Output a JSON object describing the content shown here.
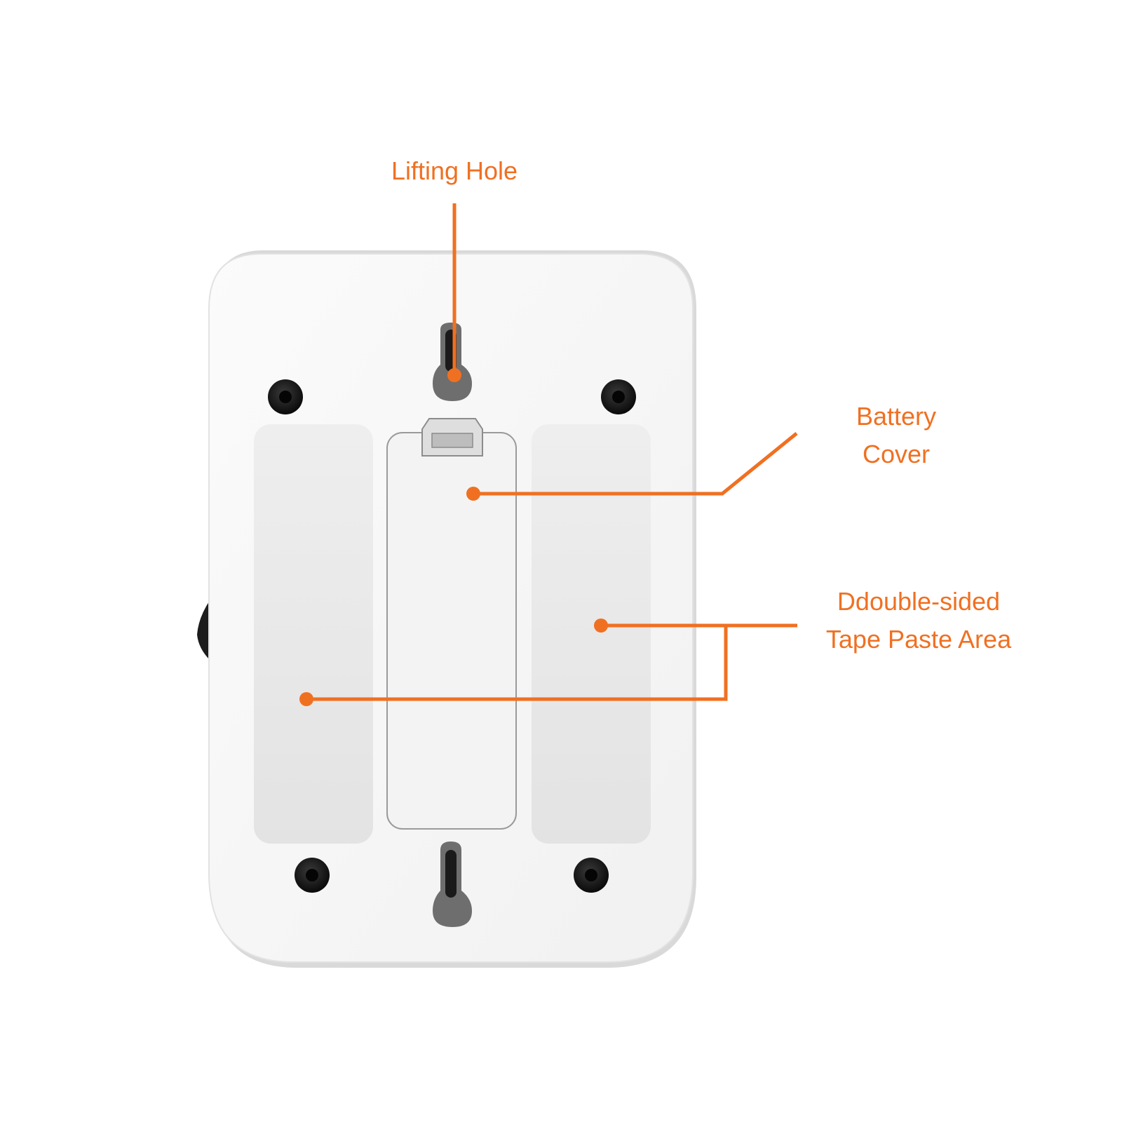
{
  "colors": {
    "accent": "#f07022",
    "device_body": "#f7f7f7",
    "device_shadow": "#d4d4d4",
    "panel": "#e9e9e9",
    "screw": "#141414",
    "keyhole": "#6a6a6a"
  },
  "callouts": {
    "lifting_hole": {
      "label": "Lifting Hole"
    },
    "battery_cover": {
      "label_line1": "Battery",
      "label_line2": "Cover"
    },
    "tape_area": {
      "label_line1": "Ddouble-sided",
      "label_line2": "Tape Paste Area"
    }
  }
}
